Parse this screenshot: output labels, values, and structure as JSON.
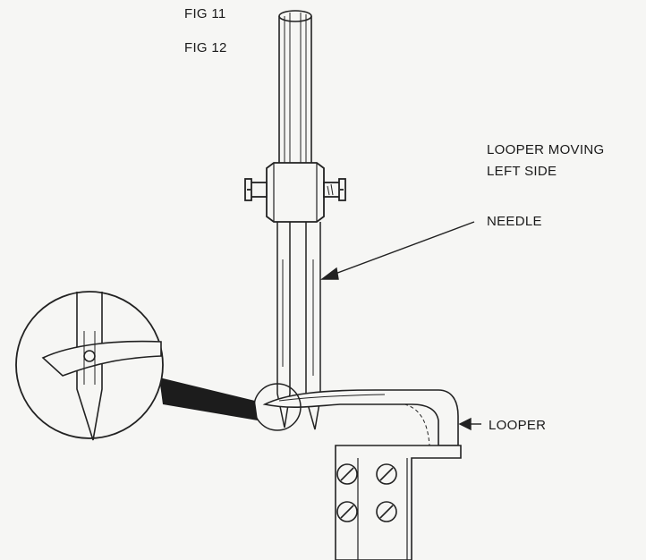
{
  "figure": {
    "fig_label_1": "FIG 11",
    "fig_label_2": "FIG 12"
  },
  "callouts": {
    "looper_moving_line1": "LOOPER MOVING",
    "looper_moving_line2": "LEFT SIDE",
    "needle": "NEEDLE",
    "looper": "LOOPER"
  }
}
